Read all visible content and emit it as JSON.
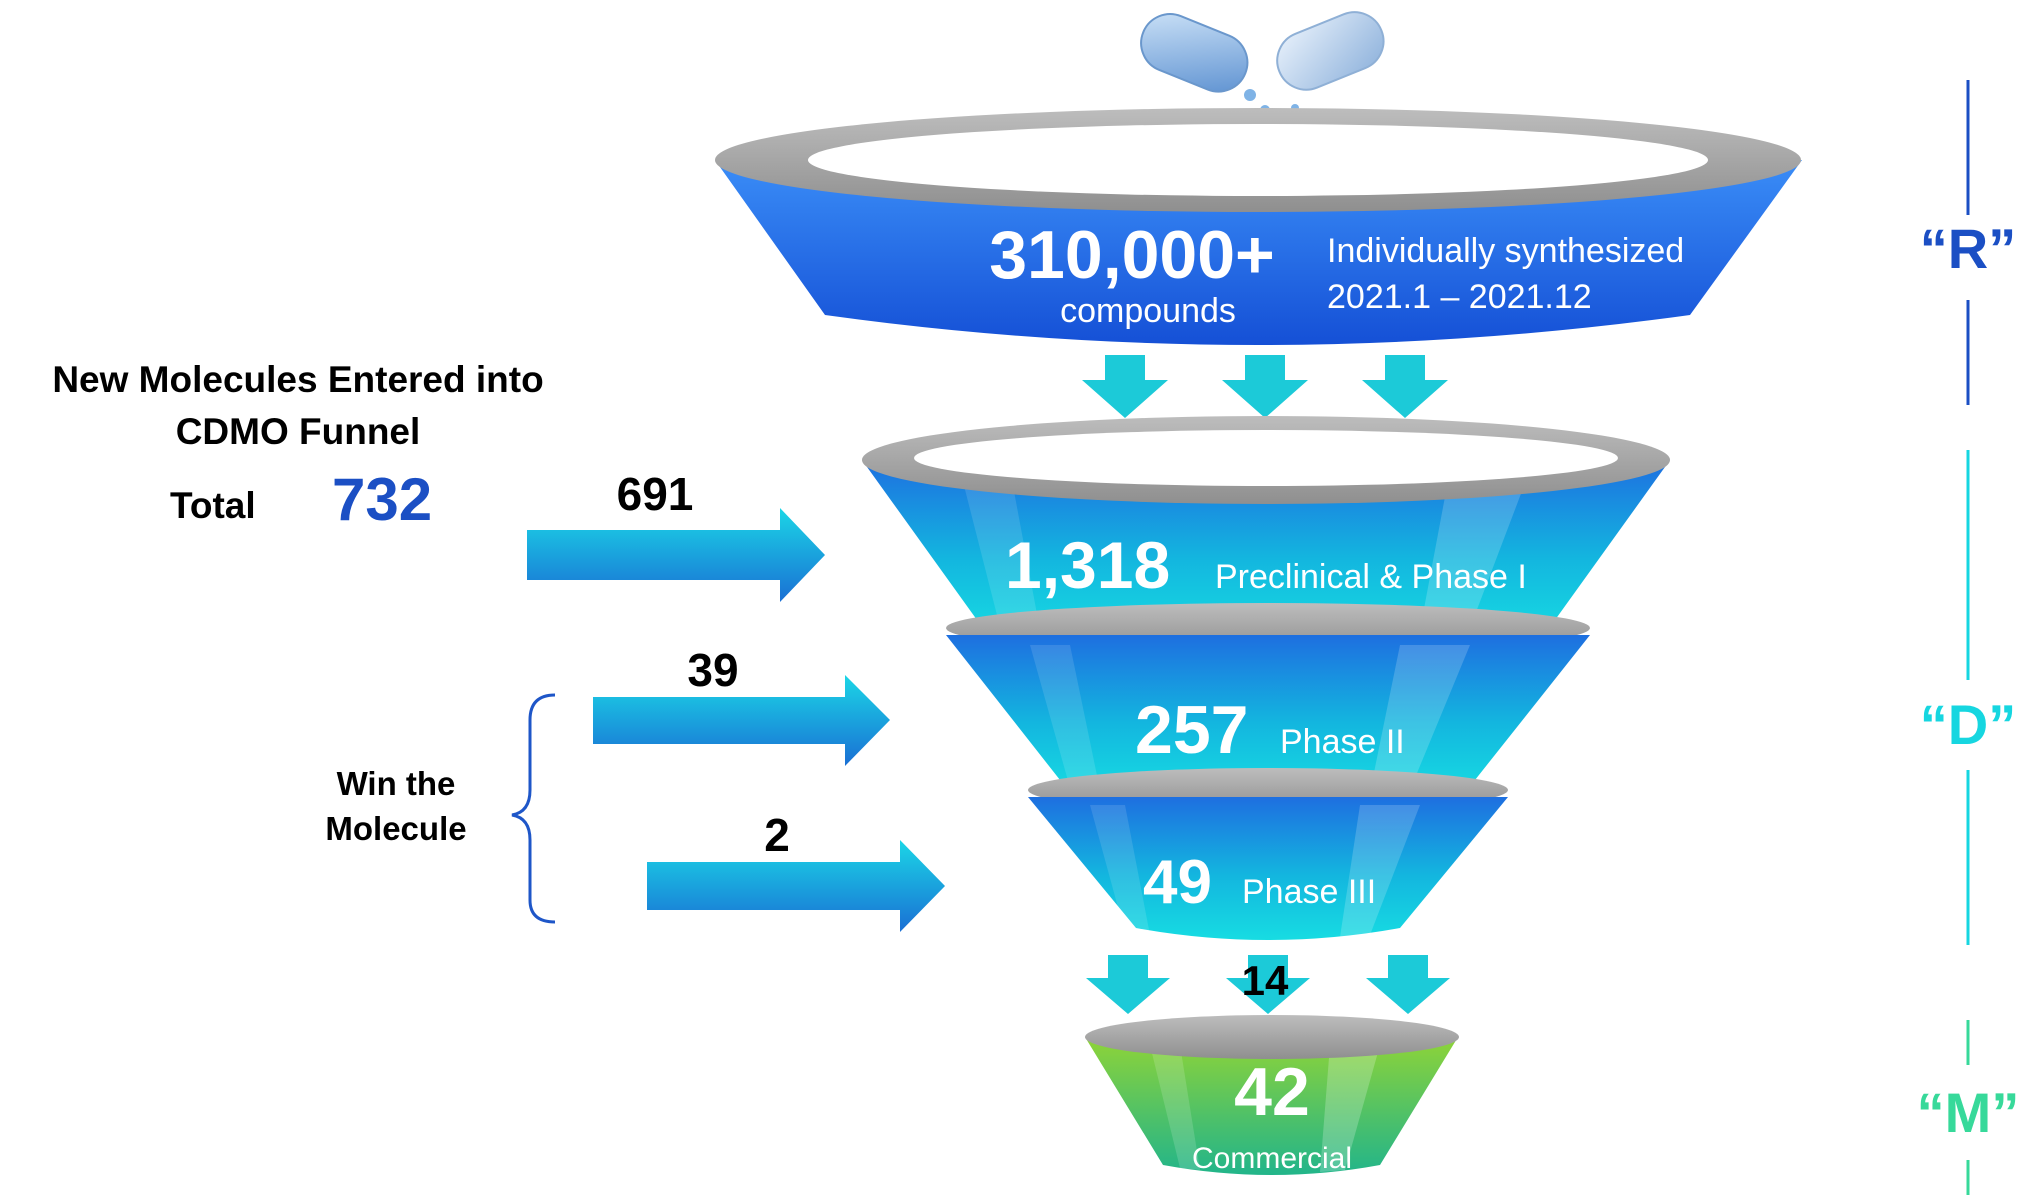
{
  "left_panel": {
    "heading_line1": "New Molecules Entered into",
    "heading_line2": "CDMO Funnel",
    "total_label": "Total",
    "total_value": "732",
    "win_label_line1": "Win the",
    "win_label_line2": "Molecule"
  },
  "arrows": [
    {
      "value": "691"
    },
    {
      "value": "39"
    },
    {
      "value": "2"
    }
  ],
  "stages": {
    "research": {
      "value": "310,000+",
      "unit": "compounds",
      "desc_line1": "Individually synthesized",
      "desc_line2": "2021.1 – 2021.12"
    },
    "preclinical": {
      "value": "1,318",
      "label": "Preclinical & Phase I"
    },
    "phase2": {
      "value": "257",
      "label": "Phase II"
    },
    "phase3": {
      "value": "49",
      "label": "Phase III"
    },
    "transfer_count": "14",
    "commercial": {
      "value": "42",
      "label": "Commercial"
    }
  },
  "side_labels": {
    "r": "“R”",
    "d": "“D”",
    "m": "“M”"
  },
  "colors": {
    "blue_accent": "#1b4fc4",
    "cyan_accent": "#16d6e0",
    "green_accent": "#37d99a",
    "funnel_rim": "#a2a2a2",
    "commercial_green": "#7fd14a"
  }
}
